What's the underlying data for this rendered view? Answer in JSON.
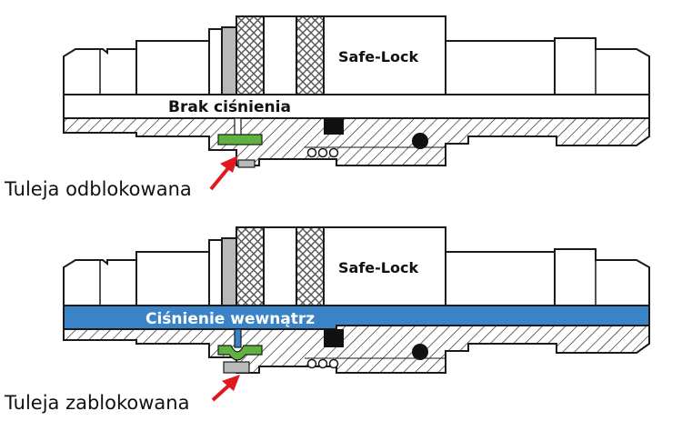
{
  "diagrams": [
    {
      "brand_label": "Safe-Lock",
      "status_label": "Brak ciśnienia",
      "sleeve_label": "Tuleja odblokowana",
      "pressurized": false
    },
    {
      "brand_label": "Safe-Lock",
      "status_label": "Ciśnienie wewnątrz",
      "sleeve_label": "Tuleja zablokowana",
      "pressurized": true
    }
  ],
  "colors": {
    "pressure_fill": "#3a83c6",
    "seal_green": "#5db33d",
    "arrow_red": "#e0191d",
    "outline": "#1a1a1a",
    "knurl": "#555555",
    "pin_grey": "#b9b9b9",
    "status_on_white": "#111111",
    "status_on_blue": "#ffffff"
  }
}
